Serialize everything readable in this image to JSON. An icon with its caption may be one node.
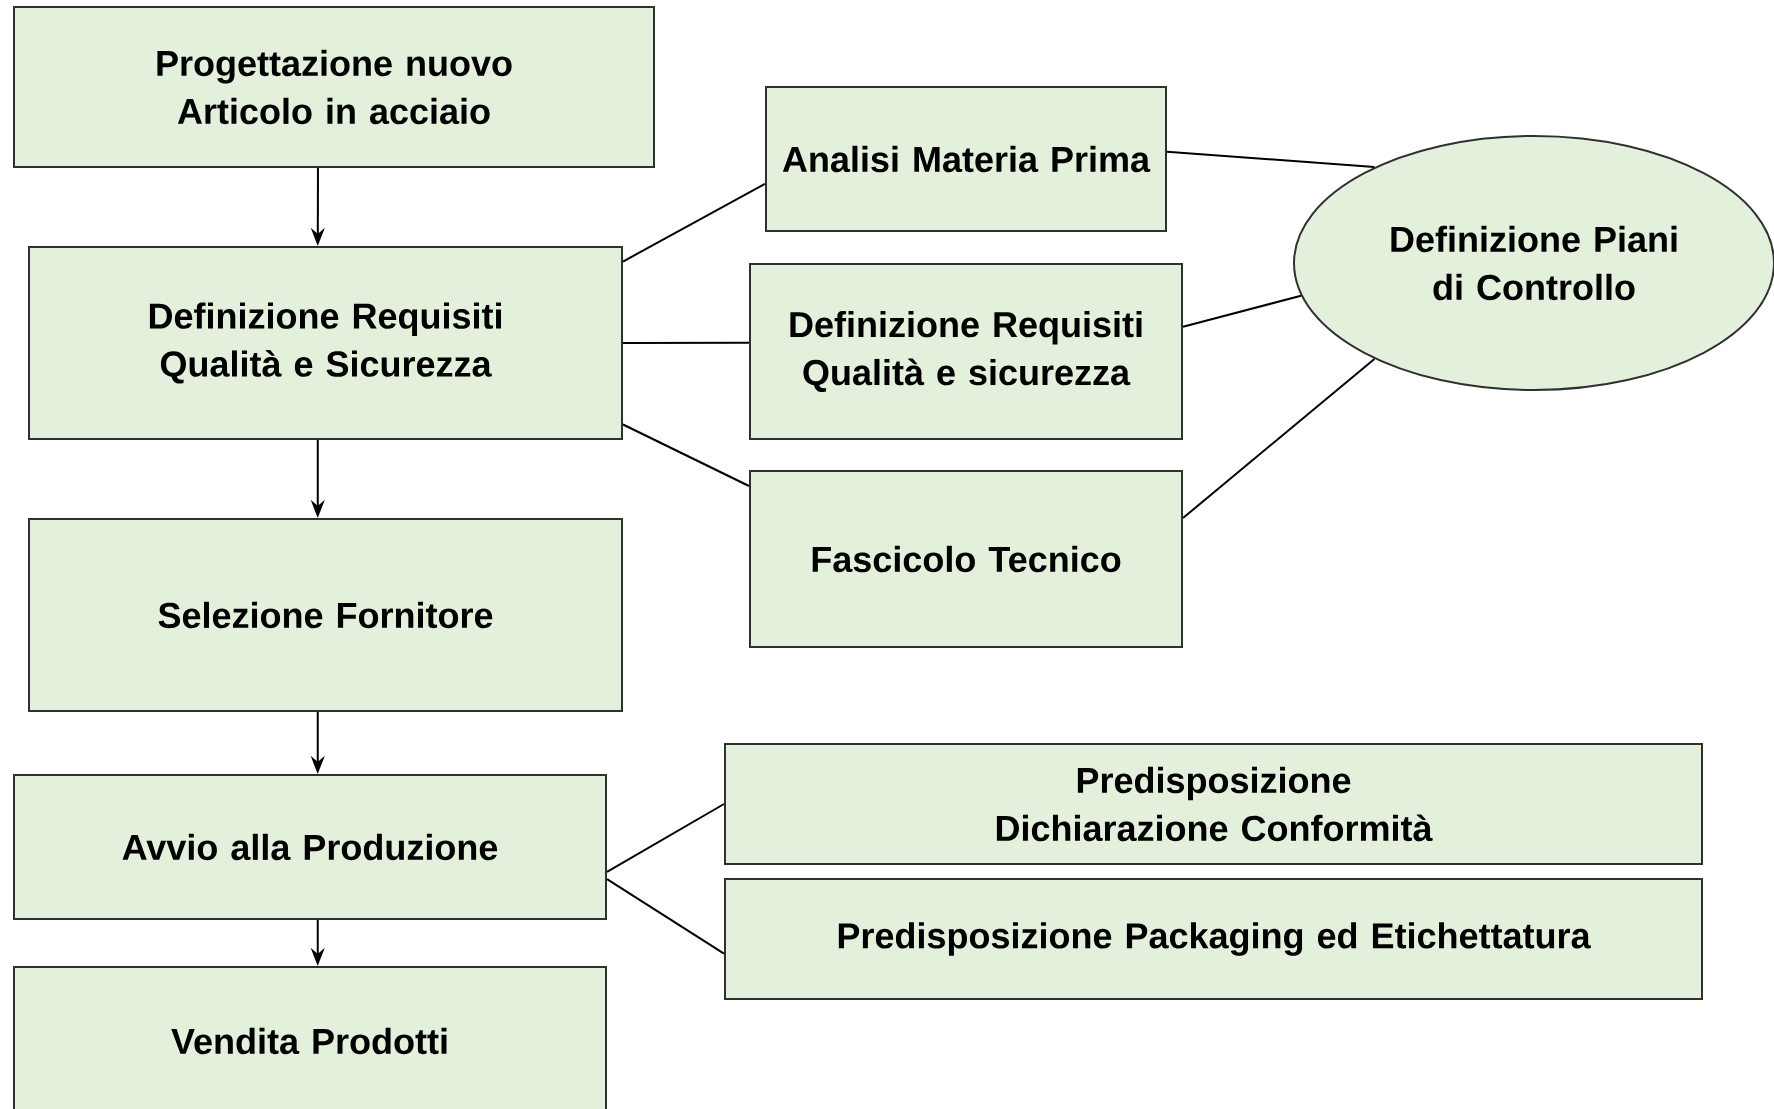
{
  "diagram": {
    "nodes": [
      {
        "text": [
          "Progettazione nuovo Articolo in acciaio"
        ]
      },
      {
        "text": [
          "Definizione Requisiti Qualità e Sicurezza"
        ]
      },
      {
        "text": [
          "Analisi Materia Prima"
        ]
      },
      {
        "text": [
          "Definizione Requisiti Qualità e sicurezza"
        ]
      },
      {
        "text": [
          "Fascicolo Tecnico"
        ]
      },
      {
        "text": [
          "Definizione Piani di Controllo"
        ]
      },
      {
        "text": [
          "Selezione Fornitore"
        ]
      },
      {
        "text": [
          "Avvio alla Produzione"
        ]
      },
      {
        "text": [
          "Vendita Prodotti"
        ]
      },
      {
        "text": [
          "Predisposizione Dichiarazione Conformità"
        ]
      },
      {
        "text": [
          "Predisposizione Packaging ed Etichettatura"
        ]
      }
    ],
    "edges": [
      {
        "from": 0,
        "to": 1,
        "arrow": "to"
      },
      {
        "from": 1,
        "to": 6,
        "arrow": "to"
      },
      {
        "from": 6,
        "to": 7,
        "arrow": "to"
      },
      {
        "from": 7,
        "to": 8,
        "arrow": "to"
      },
      {
        "from": 1,
        "to": 2,
        "arrow": "none"
      },
      {
        "from": 1,
        "to": 3,
        "arrow": "none"
      },
      {
        "from": 1,
        "to": 4,
        "arrow": "none"
      },
      {
        "from": 2,
        "to": 5,
        "arrow": "none"
      },
      {
        "from": 3,
        "to": 5,
        "arrow": "none"
      },
      {
        "from": 4,
        "to": 5,
        "arrow": "none"
      },
      {
        "from": 7,
        "to": 9,
        "arrow": "none"
      },
      {
        "from": 7,
        "to": 10,
        "arrow": "none"
      }
    ]
  }
}
